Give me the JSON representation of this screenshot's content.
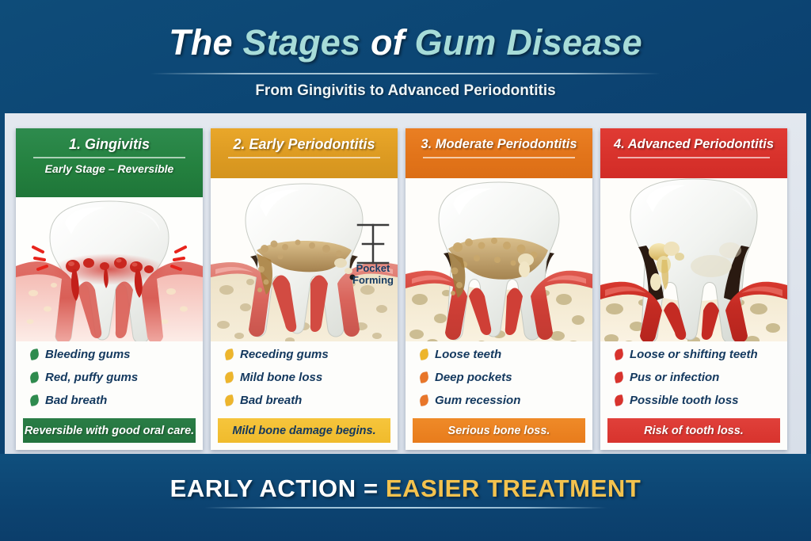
{
  "header": {
    "title_parts": [
      {
        "text": "The ",
        "color": "white"
      },
      {
        "text": "Stages ",
        "color": "teal"
      },
      {
        "text": "of ",
        "color": "white"
      },
      {
        "text": "Gum Disease",
        "color": "teal"
      }
    ],
    "title_plain": "The Stages of Gum Disease",
    "subtitle": "From Gingivitis to Advanced Periodontitis",
    "bg_color": "#0d4873",
    "title_white": "#ffffff",
    "title_teal": "#a7dcd8"
  },
  "stages": [
    {
      "title": "1. Gingivitis",
      "subtitle": "Early Stage – Reversible",
      "header_color": "#24813f",
      "bullet_colors": [
        "#2e8b4e",
        "#2e8b4e",
        "#2e8b4e"
      ],
      "bullets": [
        "Bleeding gums",
        "Red, puffy gums",
        "Bad breath"
      ],
      "footer": "Reversible with good oral care.",
      "footer_color": "#23733d",
      "footer_text_color": "#ffffff",
      "illustration": "tooth-healthy-bleeding-gums"
    },
    {
      "title": "2. Early Periodontitis",
      "subtitle": "",
      "header_color": "#dd9b22",
      "bullet_colors": [
        "#edb52c",
        "#edb52c",
        "#edb52c"
      ],
      "bullets": [
        "Receding gums",
        "Mild bone loss",
        "Bad breath"
      ],
      "footer": "Mild bone damage begins.",
      "footer_color": "#f0bb2c",
      "footer_text_color": "#15385d",
      "illustration": "tooth-tartar-pocket",
      "annotation": "Pocket\nForming",
      "annotation_line1": "Pocket",
      "annotation_line2": "Forming"
    },
    {
      "title": "3. Moderate Periodontitis",
      "subtitle": "",
      "header_color": "#e2741a",
      "bullet_colors": [
        "#edb52c",
        "#e8762a",
        "#e8762a"
      ],
      "bullets": [
        "Loose teeth",
        "Deep pockets",
        "Gum recession"
      ],
      "footer": "Serious bone loss.",
      "footer_color": "#e87c1c",
      "footer_text_color": "#ffffff",
      "illustration": "tooth-deep-pockets-bone-loss"
    },
    {
      "title": "4. Advanced Periodontitis",
      "subtitle": "",
      "header_color": "#d8322c",
      "bullet_colors": [
        "#d8332d",
        "#d8332d",
        "#d8332d"
      ],
      "bullets": [
        "Loose or shifting teeth",
        "Pus or infection",
        "Possible tooth loss"
      ],
      "footer": "Risk of tooth loss.",
      "footer_color": "#d8332d",
      "footer_text_color": "#ffffff",
      "illustration": "tooth-severe-recession-pus"
    }
  ],
  "banner": {
    "text_white": "EARLY ACTION = ",
    "text_accent": "EASIER TREATMENT",
    "accent_color": "#f3c24e"
  }
}
